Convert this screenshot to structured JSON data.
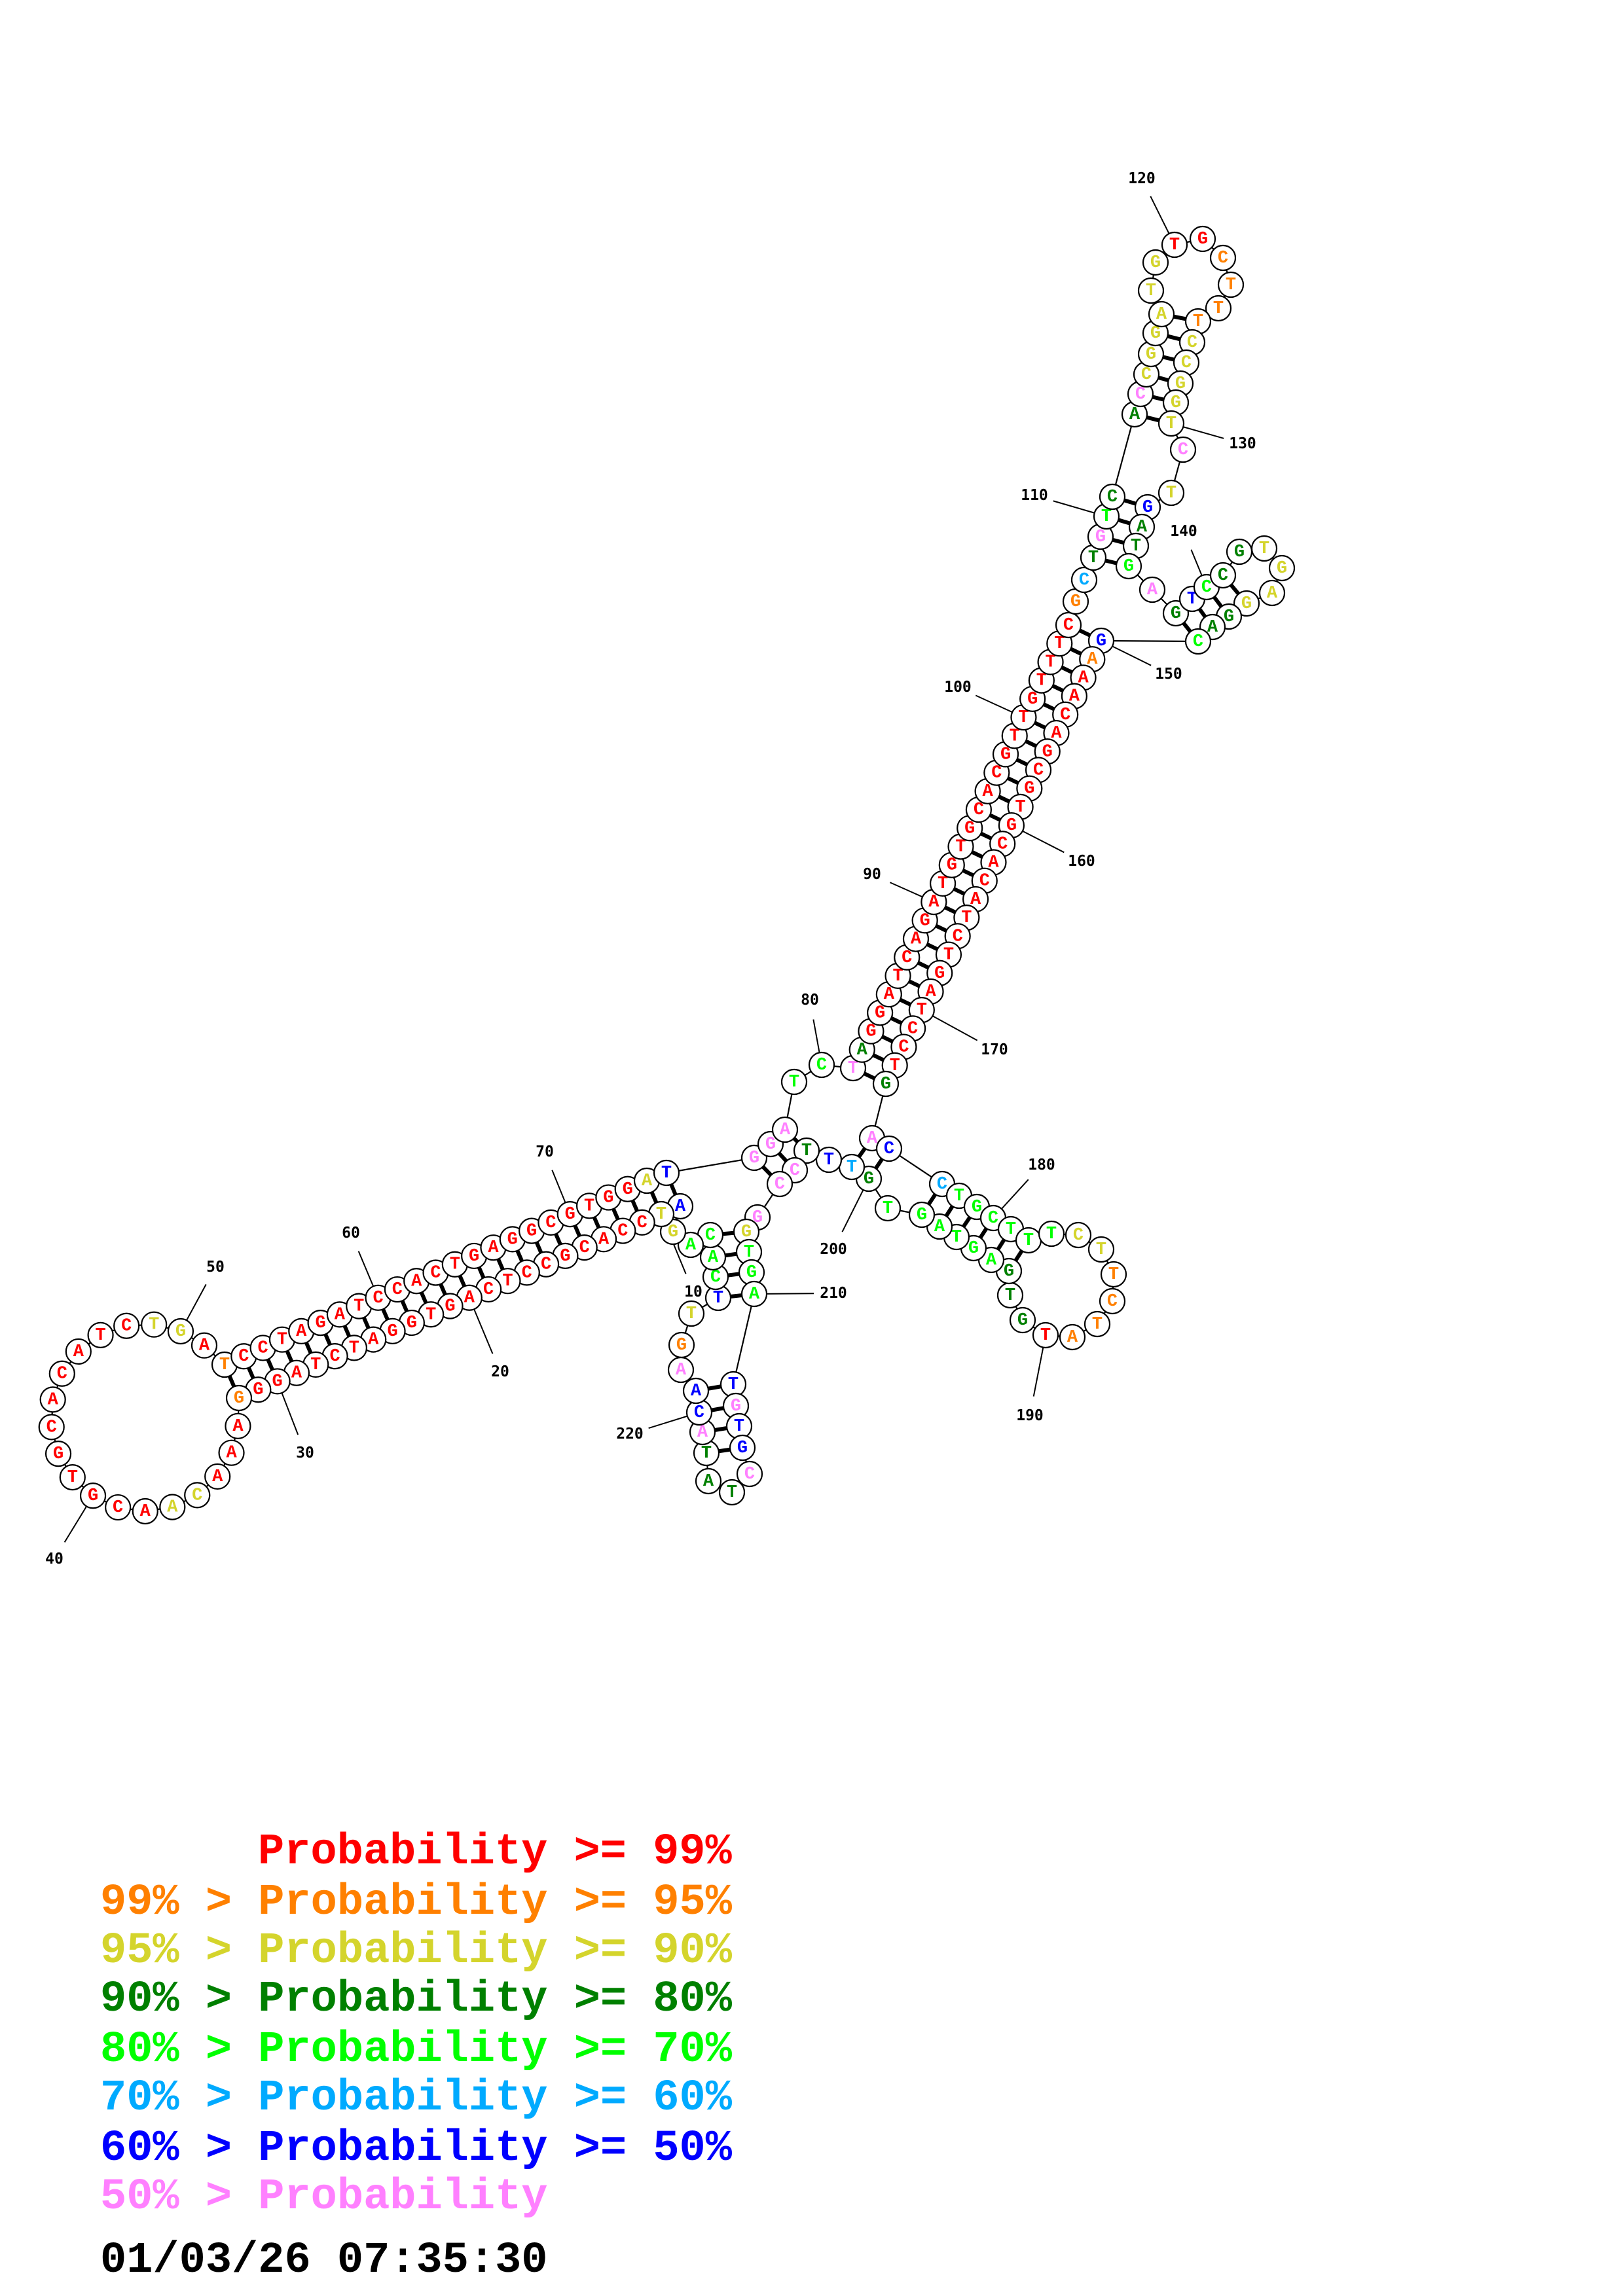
{
  "structure": {
    "sequence": "GTTCACAGATCCACGCCTCAGTGGATCTAGGGAAACAACGTGCACATCTGATCCTAGATCCACTGAGGCGTGGATGGATCTAGGATCAGATGTGCACGTTGTTTCGCTGTCACCGGATGTGCTTTCCGGTCTGATGAGTCCGTGAGGACGAAACAGCGTGCACATCTGATCCTGACCTGCTTTCTTCTATGTGAGTAGTGTTTCCGGTGATGTGCTATACAA",
    "probability_class": "1264444262000000000000000000000100022000000000002201000000000000000000000267774473000000000000000000000001537433722222200111122222726334736433222233461000000000000000000000037654444442211110333444444356377724446766733376670",
    "helices": [
      [
        3,
        210,
        4
      ],
      [
        9,
        75,
        1
      ],
      [
        10,
        74,
        23
      ],
      [
        76,
        205,
        3
      ],
      [
        81,
        174,
        25
      ],
      [
        108,
        136,
        4
      ],
      [
        112,
        130,
        6
      ],
      [
        138,
        149,
        4
      ],
      [
        175,
        201,
        2
      ],
      [
        177,
        198,
        6
      ],
      [
        211,
        221,
        4
      ]
    ],
    "position_labels": [
      10,
      20,
      30,
      40,
      50,
      60,
      70,
      80,
      90,
      100,
      110,
      120,
      130,
      140,
      150,
      160,
      170,
      180,
      190,
      200,
      210,
      220
    ]
  },
  "legend": [
    {
      "text": "Probability >= 99%",
      "color": "#ff0000"
    },
    {
      "text": "99% > Probability >= 95%",
      "color": "#ff8000"
    },
    {
      "text": "95% > Probability >= 90%",
      "color": "#d4d42c"
    },
    {
      "text": "90% > Probability >= 80%",
      "color": "#008000"
    },
    {
      "text": "80% > Probability >= 70%",
      "color": "#00ff00"
    },
    {
      "text": "70% > Probability >= 60%",
      "color": "#00aaff"
    },
    {
      "text": "60% > Probability >= 50%",
      "color": "#0000ff"
    },
    {
      "text": "50% > Probability",
      "color": "#ff80ff"
    }
  ],
  "timestamp": "01/03/26 07:35:30"
}
